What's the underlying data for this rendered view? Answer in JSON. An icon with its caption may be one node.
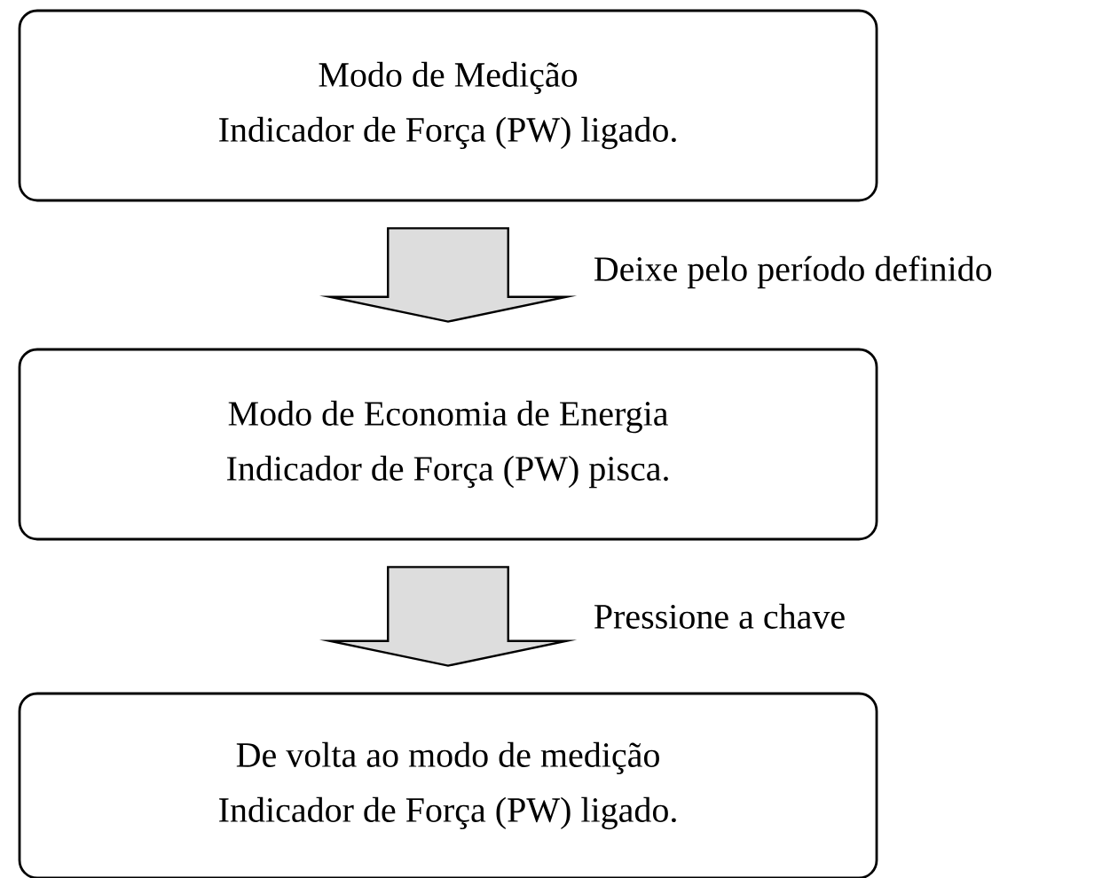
{
  "diagram": {
    "nodes": [
      {
        "text": [
          "Modo de Medição",
          "Indicador de Força (PW) ligado."
        ]
      },
      {
        "text": [
          "Modo de Economia de Energia",
          "Indicador de Força (PW) pisca."
        ]
      },
      {
        "text": [
          "De volta ao modo de medição",
          "Indicador de Força (PW) ligado."
        ]
      }
    ],
    "edges": [
      {
        "from": 0,
        "to": 1,
        "arrow": "to",
        "label": "Deixe pelo período definido"
      },
      {
        "from": 1,
        "to": 2,
        "arrow": "to",
        "label": "Pressione a chave"
      }
    ]
  }
}
